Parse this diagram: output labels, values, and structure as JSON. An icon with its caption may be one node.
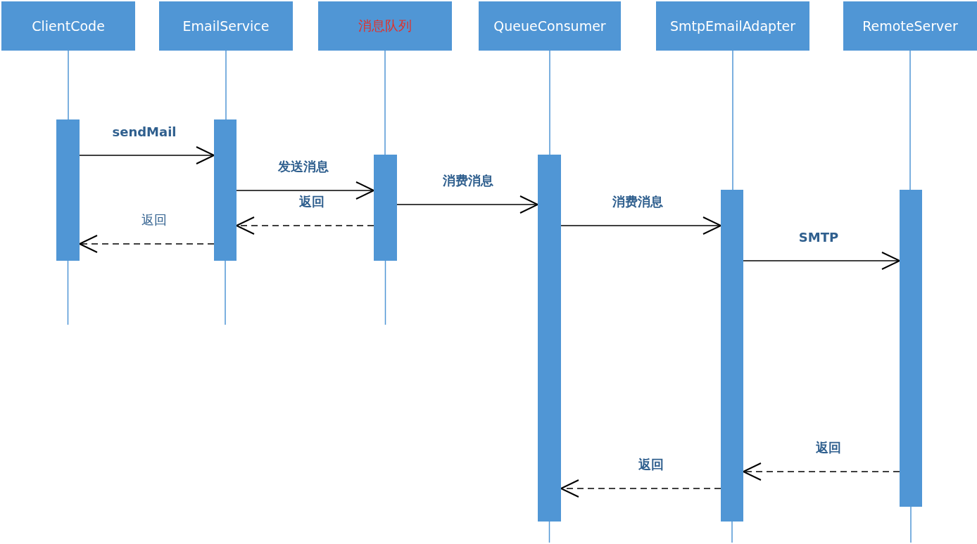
{
  "diagram": {
    "nodes": [
      {
        "text": [
          "ClientCode"
        ]
      },
      {
        "text": [
          "EmailService"
        ]
      },
      {
        "text": [
          "消息队列"
        ]
      },
      {
        "text": [
          "QueueConsumer"
        ]
      },
      {
        "text": [
          "SmtpEmailAdapter"
        ]
      },
      {
        "text": [
          "RemoteServer"
        ]
      },
      {
        "text": [],
        "shape": "bar"
      },
      {
        "text": [],
        "shape": "bar"
      },
      {
        "text": [],
        "shape": "bar"
      },
      {
        "text": [],
        "shape": "bar"
      },
      {
        "text": [],
        "shape": "bar"
      },
      {
        "text": [],
        "shape": "bar"
      }
    ],
    "edges": [
      {
        "from": 0,
        "to": 6,
        "arrow": "none",
        "color": "#5096d5"
      },
      {
        "from": 1,
        "to": 7,
        "arrow": "none",
        "color": "#5096d5"
      },
      {
        "from": 2,
        "to": 8,
        "arrow": "none",
        "color": "#5096d5"
      },
      {
        "from": 3,
        "to": 9,
        "arrow": "none",
        "color": "#5096d5"
      },
      {
        "from": 4,
        "to": 10,
        "arrow": "none",
        "color": "#5096d5"
      },
      {
        "from": 5,
        "to": 11,
        "arrow": "none",
        "color": "#5096d5"
      },
      {
        "from": 6,
        "to": 7,
        "arrow": "to",
        "label": "sendMail"
      },
      {
        "from": 7,
        "to": 8,
        "arrow": "to",
        "label": "发送消息"
      },
      {
        "from": 8,
        "to": 7,
        "arrow": "to",
        "label": "返回",
        "style": "dashed"
      },
      {
        "from": 7,
        "to": 6,
        "arrow": "to",
        "label": "返回",
        "style": "dashed"
      },
      {
        "from": 8,
        "to": 9,
        "arrow": "to",
        "label": "消费消息"
      },
      {
        "from": 9,
        "to": 10,
        "arrow": "to",
        "label": "消费消息"
      },
      {
        "from": 10,
        "to": 11,
        "arrow": "to",
        "label": "SMTP"
      },
      {
        "from": 11,
        "to": 10,
        "arrow": "to",
        "label": "返回",
        "style": "dashed"
      },
      {
        "from": 10,
        "to": 9,
        "arrow": "to",
        "label": "返回",
        "style": "dashed"
      }
    ]
  }
}
